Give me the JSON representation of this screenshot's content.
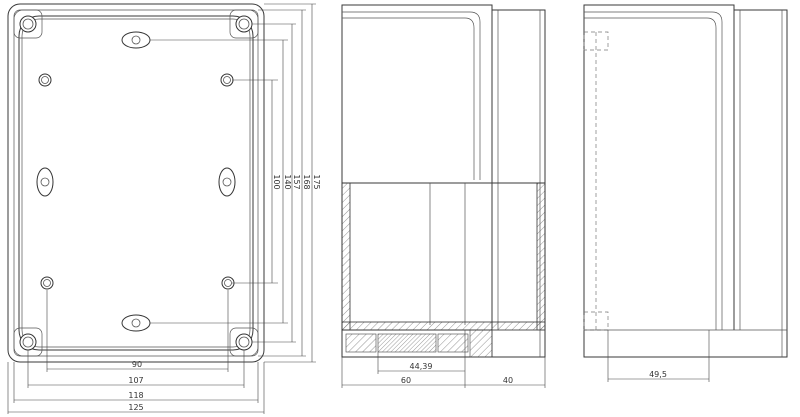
{
  "front_view": {
    "width_dims": [
      "90",
      "107",
      "118",
      "125"
    ],
    "height_dims": [
      "100",
      "140",
      "157",
      "168",
      "175"
    ]
  },
  "side_view": {
    "dims": [
      "44,39",
      "60",
      "40"
    ]
  },
  "end_view": {
    "dims": [
      "49,5"
    ]
  }
}
